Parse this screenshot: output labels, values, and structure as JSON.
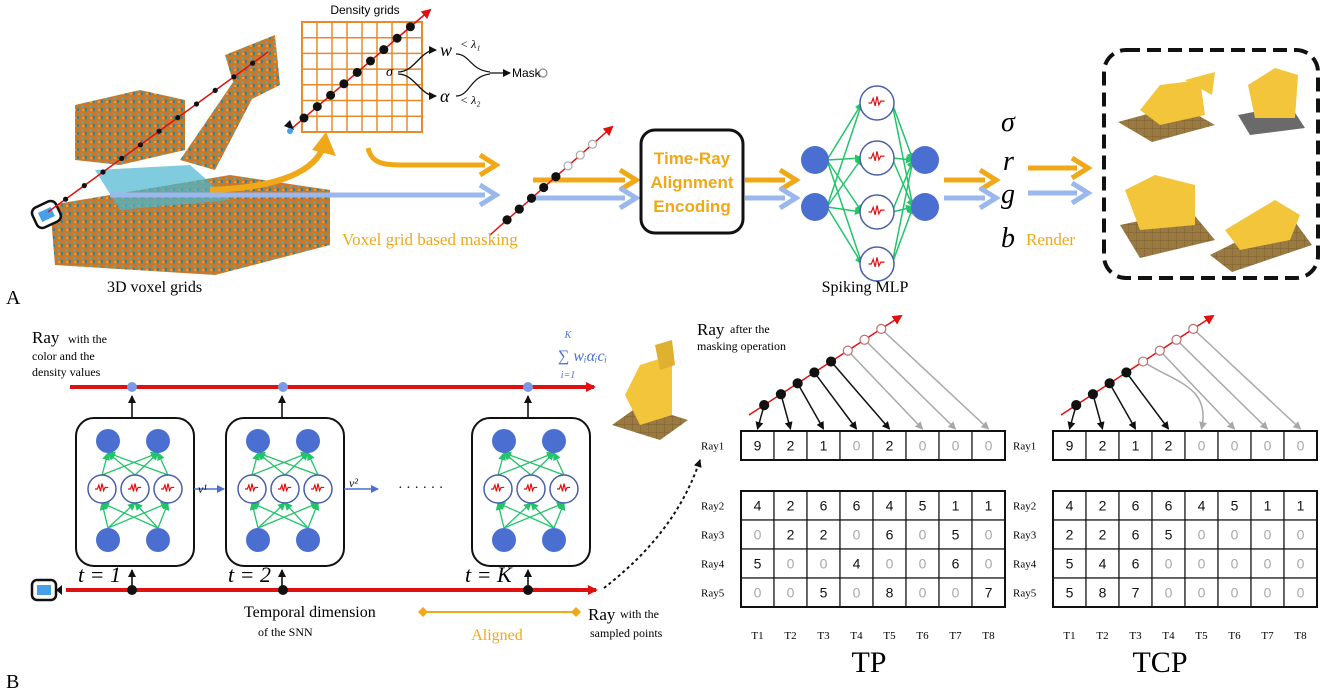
{
  "panel_labels": {
    "a": "A",
    "b": "B"
  },
  "panel_a": {
    "voxel_caption": "3D voxel grids",
    "masking_label": "Voxel grid based masking",
    "density_title": "Density grids",
    "sigma": "σ",
    "w": "w",
    "alpha": "α",
    "lambda1": "< λ₁",
    "lambda2": "< λ₂",
    "mask": "Mask",
    "encoding_line1": "Time-Ray",
    "encoding_line2": "Alignment",
    "encoding_line3": "Encoding",
    "mlp_caption": "Spiking MLP",
    "outputs": [
      "σ",
      "r",
      "g",
      "b"
    ],
    "render_label": "Render"
  },
  "panel_b": {
    "ray_title": "Ray",
    "ray_title_rest1": "with  the",
    "ray_title_rest2": "color and the",
    "ray_title_rest3": "density values",
    "sum_top": "K",
    "sum_body": "∑ wᵢαᵢcᵢ",
    "sum_bottom": "i=1",
    "v1": "v¹",
    "v2": "v²",
    "dots": "· · · · · ·",
    "t_labels": [
      "t = 1",
      "t = 2",
      "t = K"
    ],
    "temporal_big": "Temporal dimension",
    "temporal_small": "of  the SNN",
    "aligned": "Aligned",
    "sampled_big": "Ray",
    "sampled_small1": "with  the",
    "sampled_small2": "sampled points",
    "masked_ray_big": "Ray",
    "masked_ray_small1": "after the",
    "masked_ray_small2": "masking operation"
  },
  "tables": {
    "time_steps": [
      "T1",
      "T2",
      "T3",
      "T4",
      "T5",
      "T6",
      "T7",
      "T8"
    ],
    "row_labels": [
      "Ray1",
      "Ray2",
      "Ray3",
      "Ray4",
      "Ray5"
    ],
    "tp": {
      "title": "TP",
      "ray1": [
        "9",
        "2",
        "1",
        "0",
        "2",
        "0",
        "0",
        "0"
      ],
      "rows": [
        [
          "4",
          "2",
          "6",
          "6",
          "4",
          "5",
          "1",
          "1"
        ],
        [
          "0",
          "2",
          "2",
          "0",
          "6",
          "0",
          "5",
          "0"
        ],
        [
          "5",
          "0",
          "0",
          "4",
          "0",
          "0",
          "6",
          "0"
        ],
        [
          "0",
          "0",
          "5",
          "0",
          "8",
          "0",
          "0",
          "7"
        ]
      ]
    },
    "tcp": {
      "title": "TCP",
      "ray1": [
        "9",
        "2",
        "1",
        "2",
        "0",
        "0",
        "0",
        "0"
      ],
      "rows": [
        [
          "4",
          "2",
          "6",
          "6",
          "4",
          "5",
          "1",
          "1"
        ],
        [
          "2",
          "2",
          "6",
          "5",
          "0",
          "0",
          "0",
          "0"
        ],
        [
          "5",
          "4",
          "6",
          "0",
          "0",
          "0",
          "0",
          "0"
        ],
        [
          "5",
          "8",
          "7",
          "0",
          "0",
          "0",
          "0",
          "0"
        ]
      ]
    }
  },
  "colors": {
    "orange": "#f0a818",
    "blue_arrow": "#9ab8ee",
    "node_blue": "#4a6fd1",
    "green": "#22c46a",
    "red": "#e01010",
    "grey": "#a8a8a8"
  }
}
